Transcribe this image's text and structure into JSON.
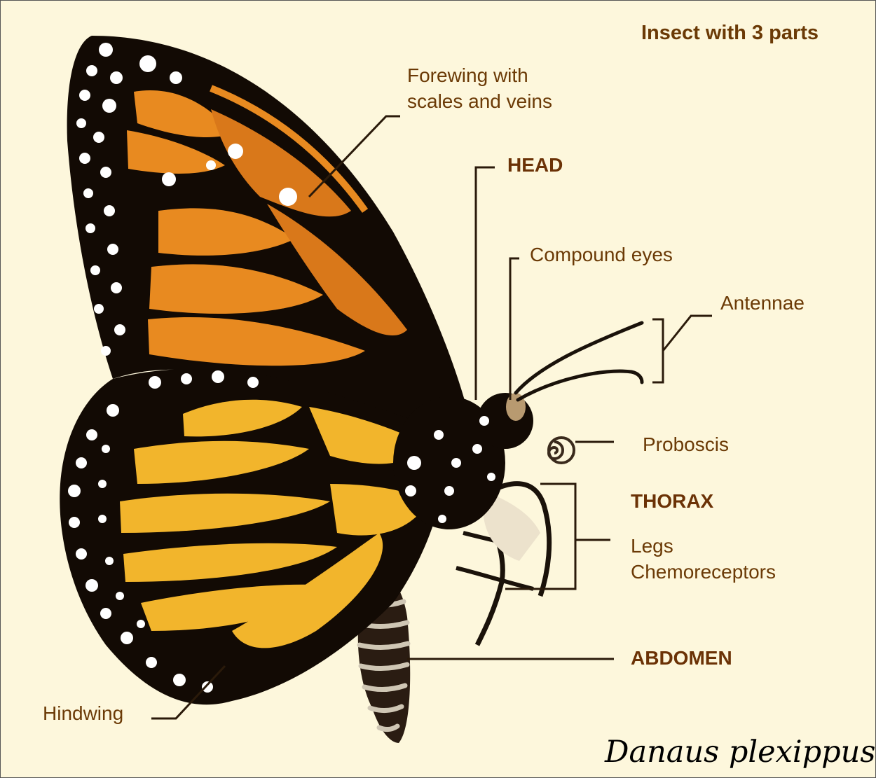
{
  "colors": {
    "background": "#fdf7dc",
    "label_brown": "#6b3a06",
    "bold_brown": "#6b3206",
    "wing_orange": "#e88a20",
    "wing_yellow": "#f2b52c",
    "wing_black": "#120a04",
    "spot_white": "#ffffff"
  },
  "title": "Insect with 3 parts",
  "species_name": "Danaus plexippus",
  "labels": {
    "forewing_line1": "Forewing with",
    "forewing_line2": "scales and veins",
    "head": "HEAD",
    "compound_eyes": "Compound eyes",
    "antennae": "Antennae",
    "proboscis": "Proboscis",
    "thorax": "THORAX",
    "legs": "Legs",
    "chemoreceptors": "Chemoreceptors",
    "abdomen": "ABDOMEN",
    "hindwing": "Hindwing"
  }
}
